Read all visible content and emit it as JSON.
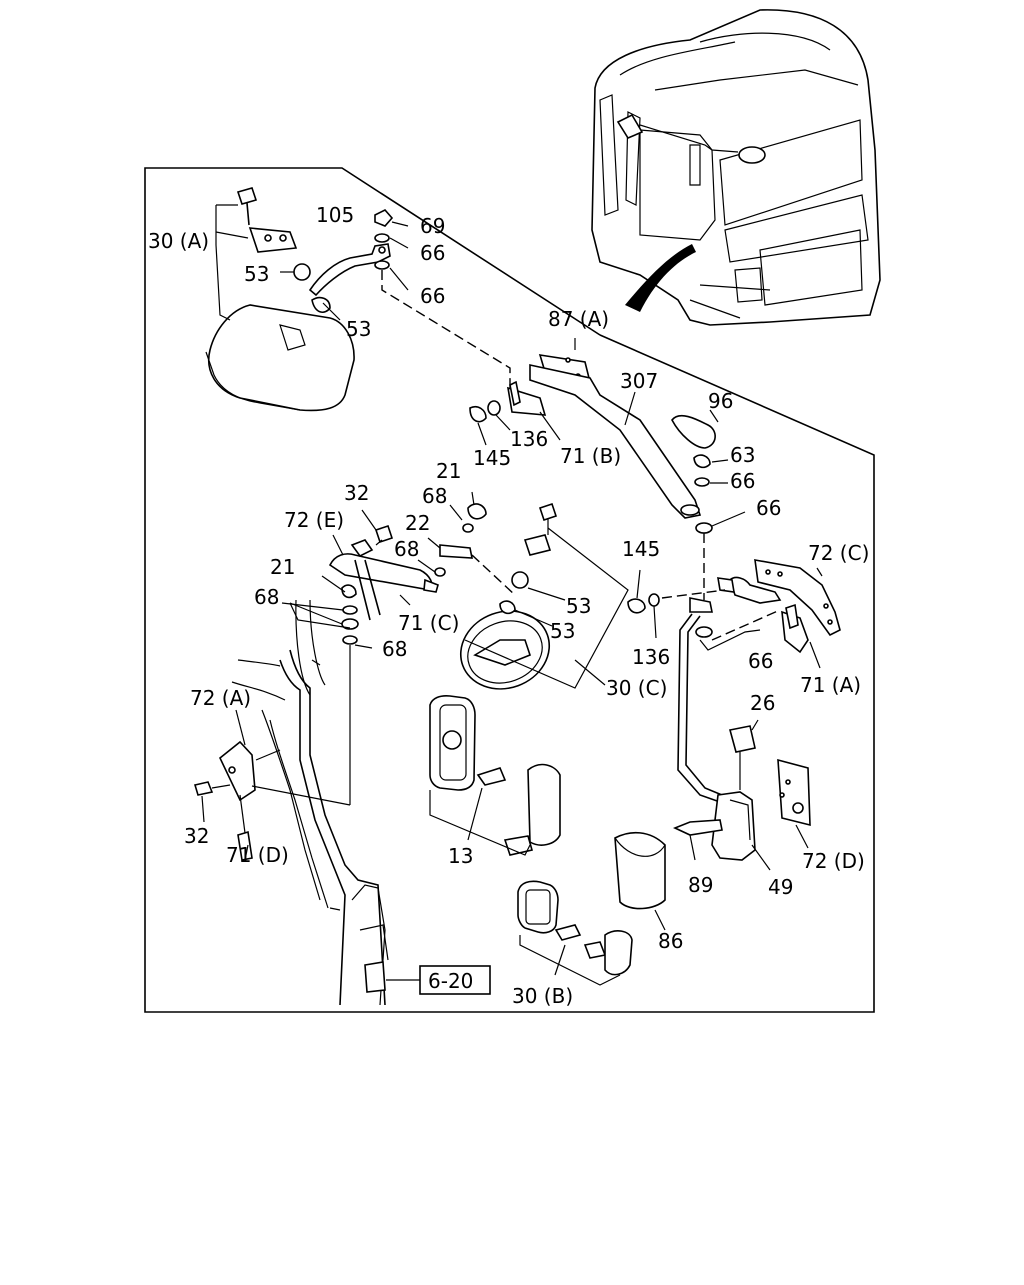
{
  "labels": {
    "l_30A": "30 (A)",
    "l_105": "105",
    "l_69": "69",
    "l_66a": "66",
    "l_66b": "66",
    "l_53a": "53",
    "l_53b": "53",
    "l_87A": "87 (A)",
    "l_307": "307",
    "l_96": "96",
    "l_145a": "145",
    "l_136a": "136",
    "l_71B": "71 (B)",
    "l_63": "63",
    "l_66c": "66",
    "l_66d": "66",
    "l_21a": "21",
    "l_32a": "32",
    "l_68a": "68",
    "l_72E": "72 (E)",
    "l_22": "22",
    "l_68b": "68",
    "l_21b": "21",
    "l_68c": "68",
    "l_71C": "71 (C)",
    "l_68d": "68",
    "l_53c": "53",
    "l_53d": "53",
    "l_30C": "30 (C)",
    "l_145b": "145",
    "l_136b": "136",
    "l_72C": "72 (C)",
    "l_66e": "66",
    "l_71A": "71 (A)",
    "l_72A": "72 (A)",
    "l_32b": "32",
    "l_71D": "71 (D)",
    "l_13": "13",
    "l_26": "26",
    "l_72D": "72 (D)",
    "l_89": "89",
    "l_49": "49",
    "l_86": "86",
    "l_30B": "30 (B)",
    "l_ref": "6-20"
  }
}
